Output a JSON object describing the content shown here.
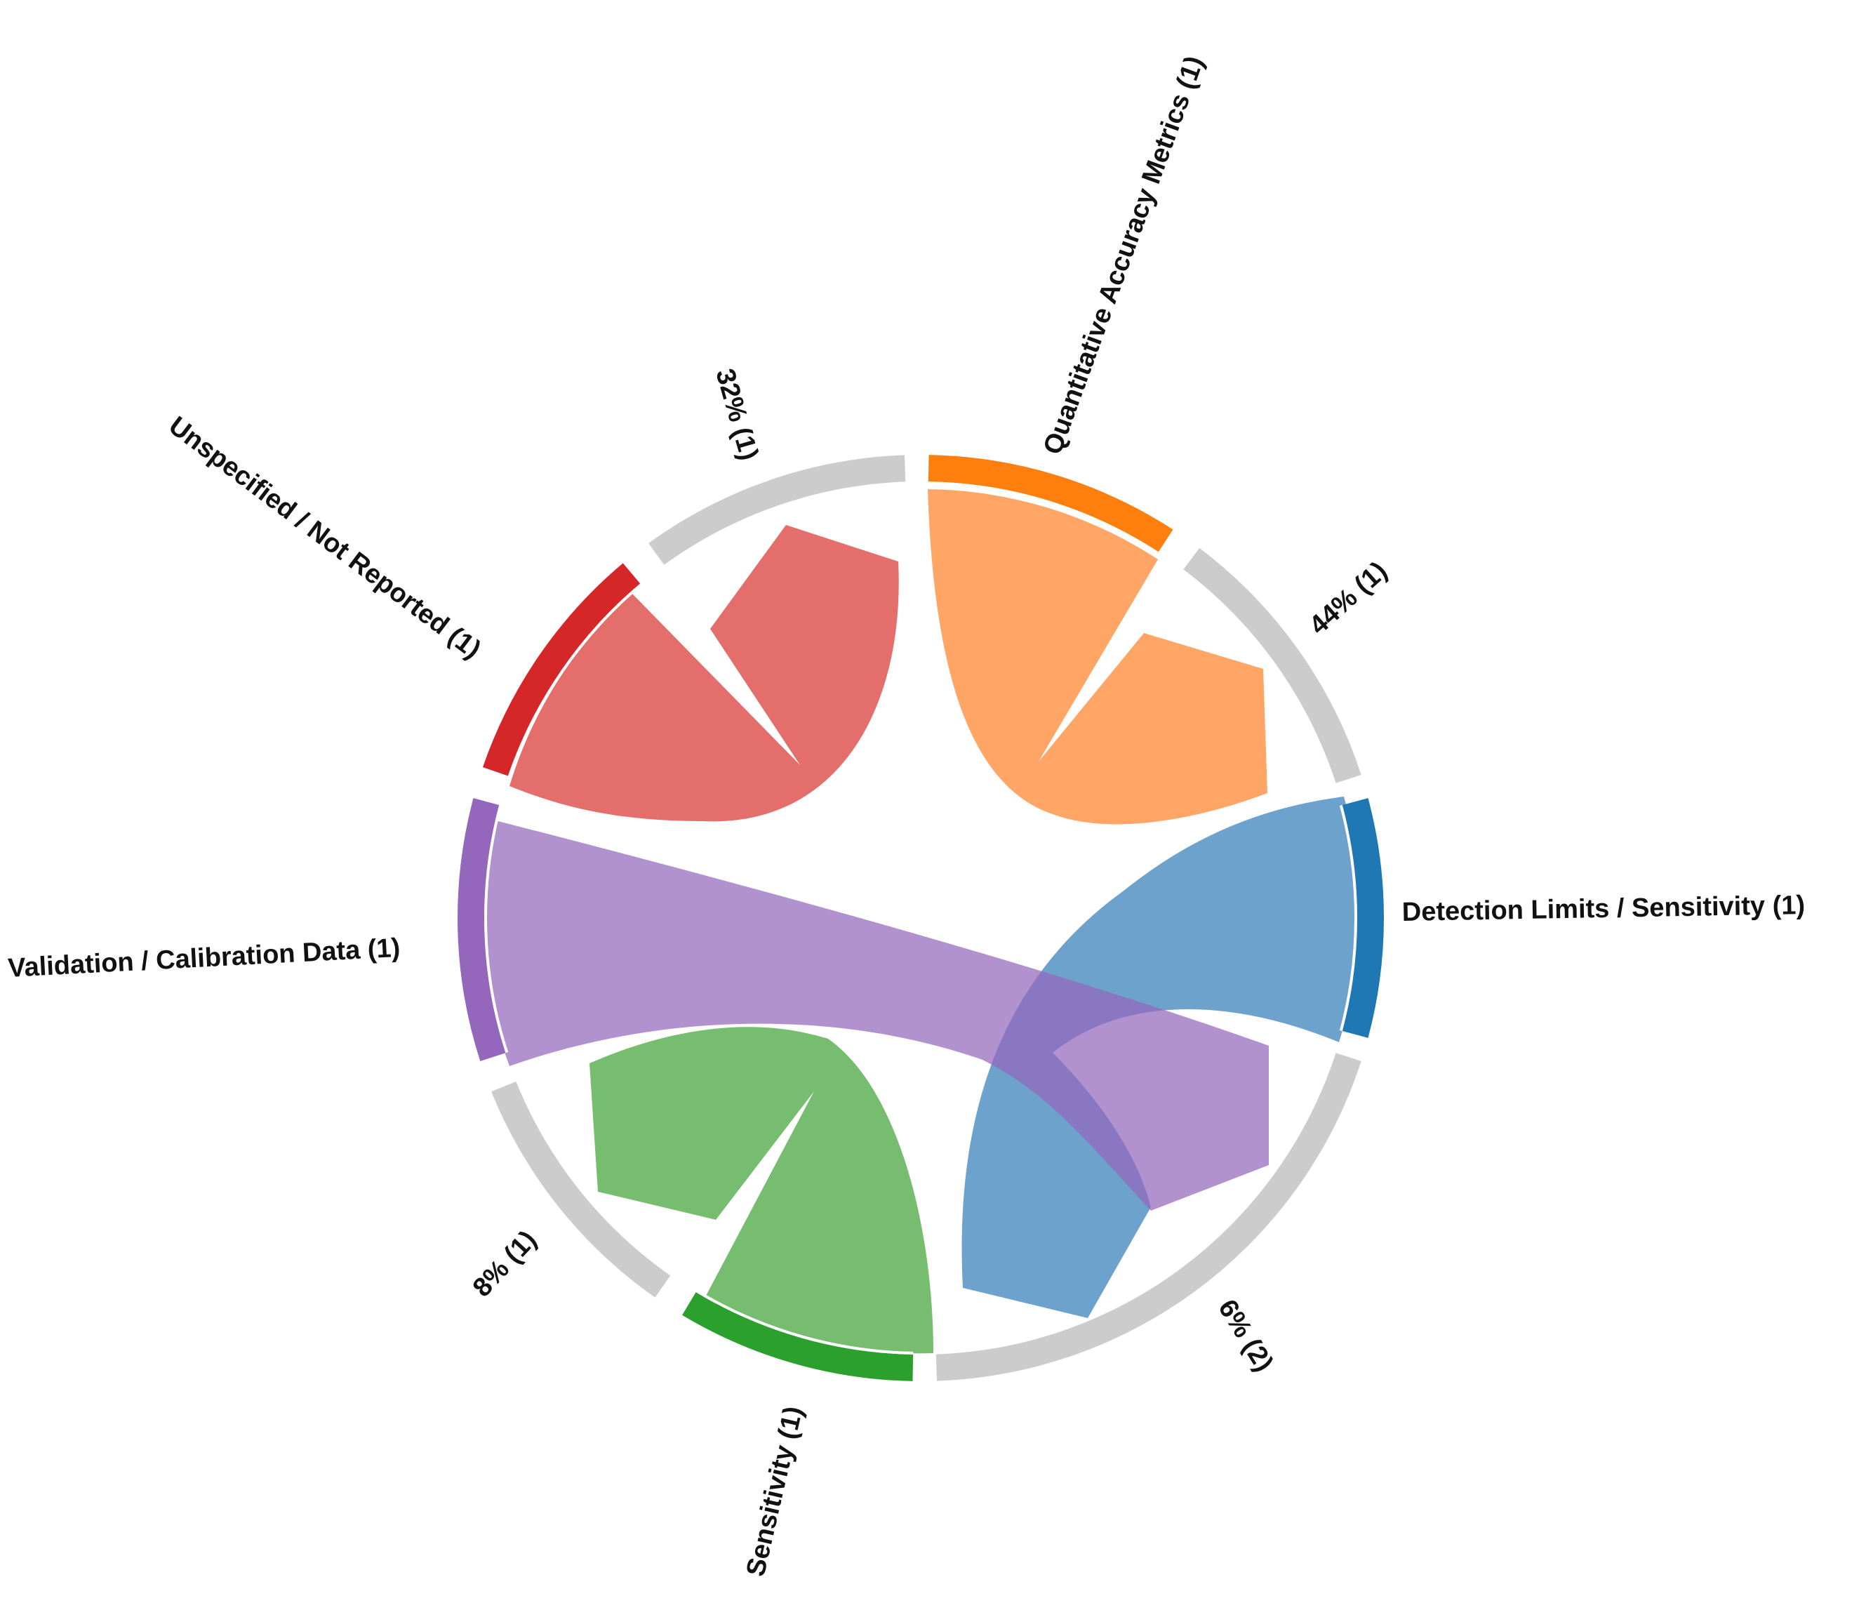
{
  "chart_data": {
    "type": "chord",
    "title": "",
    "groups": [
      {
        "id": "quant",
        "label": "Quantitative Accuracy Metrics (1)",
        "color": "#ff7f0e",
        "ribbon_color": "#ffa566"
      },
      {
        "id": "q44",
        "label": "44% (1)",
        "color": "#cccccc"
      },
      {
        "id": "detect",
        "label": "Detection Limits / Sensitivity (1)",
        "color": "#1f77b4",
        "ribbon_color": "#6aa0cc"
      },
      {
        "id": "p6",
        "label": "6% (2)",
        "color": "#cccccc"
      },
      {
        "id": "sens",
        "label": "Sensitivity (1)",
        "color": "#2ca02c",
        "ribbon_color": "#77bd70"
      },
      {
        "id": "p8",
        "label": "8% (1)",
        "color": "#cccccc"
      },
      {
        "id": "valid",
        "label": "Validation / Calibration Data (1)",
        "color": "#9467bd",
        "ribbon_color": "#b394d1"
      },
      {
        "id": "unspec",
        "label": "Unspecified / Not Reported (1)",
        "color": "#d62728",
        "ribbon_color": "#e46e6b"
      },
      {
        "id": "p32",
        "label": "32% (1)",
        "color": "#cccccc"
      }
    ],
    "links": [
      {
        "source": "Quantitative Accuracy Metrics",
        "target": "44%",
        "value": 1
      },
      {
        "source": "Detection Limits / Sensitivity",
        "target": "6%",
        "value": 1
      },
      {
        "source": "Sensitivity",
        "target": "8%",
        "value": 1
      },
      {
        "source": "Validation / Calibration Data",
        "target": "6%",
        "value": 1
      },
      {
        "source": "Unspecified / Not Reported",
        "target": "32%",
        "value": 1
      }
    ]
  },
  "labels": {
    "quant": "Quantitative Accuracy Metrics (1)",
    "q44": "44% (1)",
    "detect": "Detection Limits / Sensitivity (1)",
    "p6": "6% (2)",
    "sens": "Sensitivity (1)",
    "p8": "8% (1)",
    "valid": "Validation / Calibration Data (1)",
    "unspec": "Unspecified / Not Reported (1)",
    "p32": "32% (1)"
  },
  "colors": {
    "orange": "#ff7f0e",
    "orange_light": "#ffa566",
    "blue": "#1f77b4",
    "blue_light": "#6aa0cc",
    "green": "#2ca02c",
    "green_light": "#77bd70",
    "purple": "#9467bd",
    "purple_light": "#b394d1",
    "red": "#d62728",
    "red_light": "#e46e6b",
    "grey": "#cccccc"
  }
}
